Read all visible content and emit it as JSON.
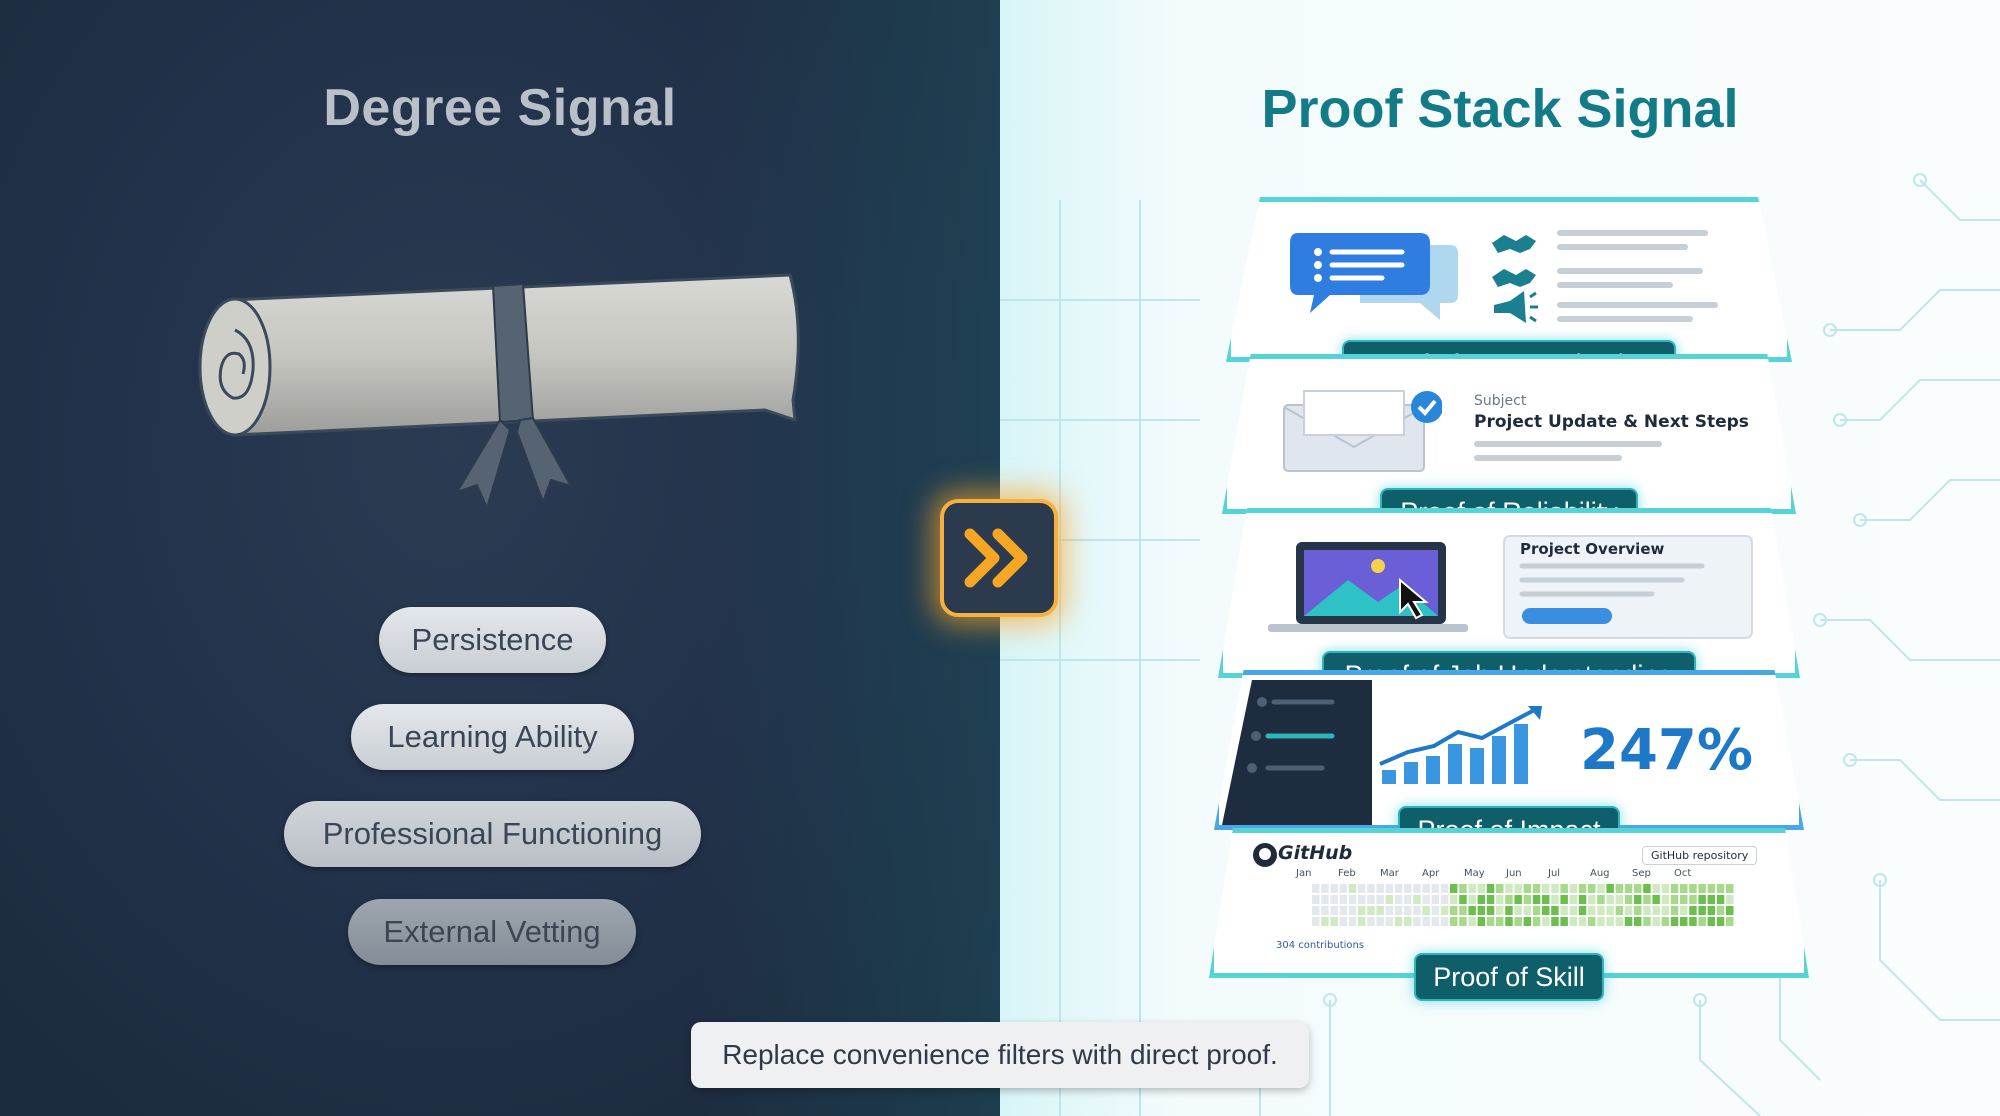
{
  "left": {
    "title": "Degree Signal",
    "qualities": [
      "Persistence",
      "Learning Ability",
      "Professional Functioning",
      "External Vetting"
    ]
  },
  "right": {
    "title": "Proof Stack Signal",
    "layers": [
      {
        "label": "Proof of Communication"
      },
      {
        "label": "Proof of Reliability",
        "email_subject_label": "Subject",
        "email_subject": "Project Update & Next Steps"
      },
      {
        "label": "Proof of Job Understanding",
        "doc_title": "Project Overview"
      },
      {
        "label": "Proof of Impact",
        "metric": "247%"
      },
      {
        "label": "Proof of Skill",
        "platform": "GitHub",
        "repo_tag": "GitHub repository",
        "months": [
          "Jan",
          "Feb",
          "Mar",
          "Apr",
          "May",
          "Jun",
          "Jul",
          "Aug",
          "Sep",
          "Oct"
        ],
        "contributions": "304 contributions"
      }
    ]
  },
  "caption": "Replace convenience filters with direct proof.",
  "colors": {
    "left_bg": "#22324a",
    "right_title": "#137a88",
    "accent_orange": "#f5a623",
    "teal_glow": "#56d3d5",
    "tab_bg": "#0f5f6a"
  },
  "icons": [
    "diploma-scroll-icon",
    "double-chevron-right-icon",
    "chat-bubble-icon",
    "handshake-icon",
    "megaphone-icon",
    "envelope-check-icon",
    "laptop-image-icon",
    "cursor-icon",
    "bar-chart-icon",
    "github-icon"
  ]
}
